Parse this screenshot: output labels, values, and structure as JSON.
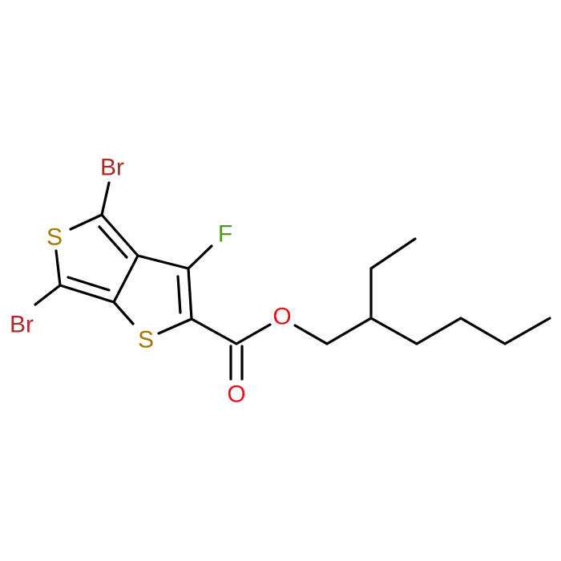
{
  "colors": {
    "background": "#ffffff",
    "bond": "#000000",
    "Br": "#a52a2a",
    "S": "#a07a00",
    "F": "#4f9a1c",
    "O": "#e8101a"
  },
  "atoms": {
    "br_top": {
      "element": "Br",
      "label": "Br"
    },
    "br_left": {
      "element": "Br",
      "label": "Br"
    },
    "s_outer": {
      "element": "S",
      "label": "S"
    },
    "s_inner": {
      "element": "S",
      "label": "S"
    },
    "f": {
      "element": "F",
      "label": "F"
    },
    "o_ester": {
      "element": "O",
      "label": "O"
    },
    "o_carbonyl": {
      "element": "O",
      "label": "O"
    }
  }
}
